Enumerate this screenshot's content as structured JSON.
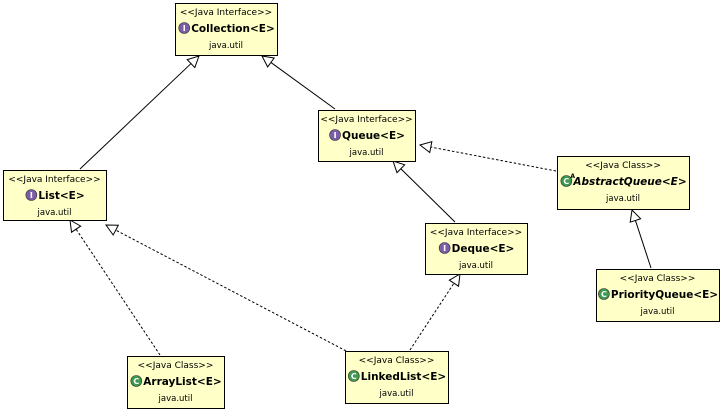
{
  "nodes": [
    {
      "id": "collection",
      "stereotype": "<<Java Interface>>",
      "name": "Collection<E>",
      "package": "java.util",
      "kind": "interface",
      "icon": "interface-icon",
      "abstract": false
    },
    {
      "id": "queue",
      "stereotype": "<<Java Interface>>",
      "name": "Queue<E>",
      "package": "java.util",
      "kind": "interface",
      "icon": "interface-icon",
      "abstract": false
    },
    {
      "id": "list",
      "stereotype": "<<Java Interface>>",
      "name": "List<E>",
      "package": "java.util",
      "kind": "interface",
      "icon": "interface-icon",
      "abstract": false
    },
    {
      "id": "abstractqueue",
      "stereotype": "<<Java Class>>",
      "name": "AbstractQueue<E>",
      "package": "java.util",
      "kind": "class",
      "icon": "abstract-class-icon",
      "abstract": true
    },
    {
      "id": "deque",
      "stereotype": "<<Java Interface>>",
      "name": "Deque<E>",
      "package": "java.util",
      "kind": "interface",
      "icon": "interface-icon",
      "abstract": false
    },
    {
      "id": "priorityqueue",
      "stereotype": "<<Java Class>>",
      "name": "PriorityQueue<E>",
      "package": "java.util",
      "kind": "class",
      "icon": "class-icon",
      "abstract": false
    },
    {
      "id": "arraylist",
      "stereotype": "<<Java Class>>",
      "name": "ArrayList<E>",
      "package": "java.util",
      "kind": "class",
      "icon": "class-icon",
      "abstract": false
    },
    {
      "id": "linkedlist",
      "stereotype": "<<Java Class>>",
      "name": "LinkedList<E>",
      "package": "java.util",
      "kind": "class",
      "icon": "class-icon",
      "abstract": false
    }
  ],
  "edges": [
    {
      "from": "list",
      "to": "collection",
      "type": "extends"
    },
    {
      "from": "queue",
      "to": "collection",
      "type": "extends"
    },
    {
      "from": "abstractqueue",
      "to": "queue",
      "type": "implements"
    },
    {
      "from": "deque",
      "to": "queue",
      "type": "extends"
    },
    {
      "from": "priorityqueue",
      "to": "abstractqueue",
      "type": "extends"
    },
    {
      "from": "arraylist",
      "to": "list",
      "type": "implements"
    },
    {
      "from": "linkedlist",
      "to": "list",
      "type": "implements"
    },
    {
      "from": "linkedlist",
      "to": "deque",
      "type": "implements"
    }
  ],
  "colors": {
    "box_fill": "#ffffc8",
    "interface_icon": "#7b5ea7",
    "class_icon": "#3d9a50"
  }
}
